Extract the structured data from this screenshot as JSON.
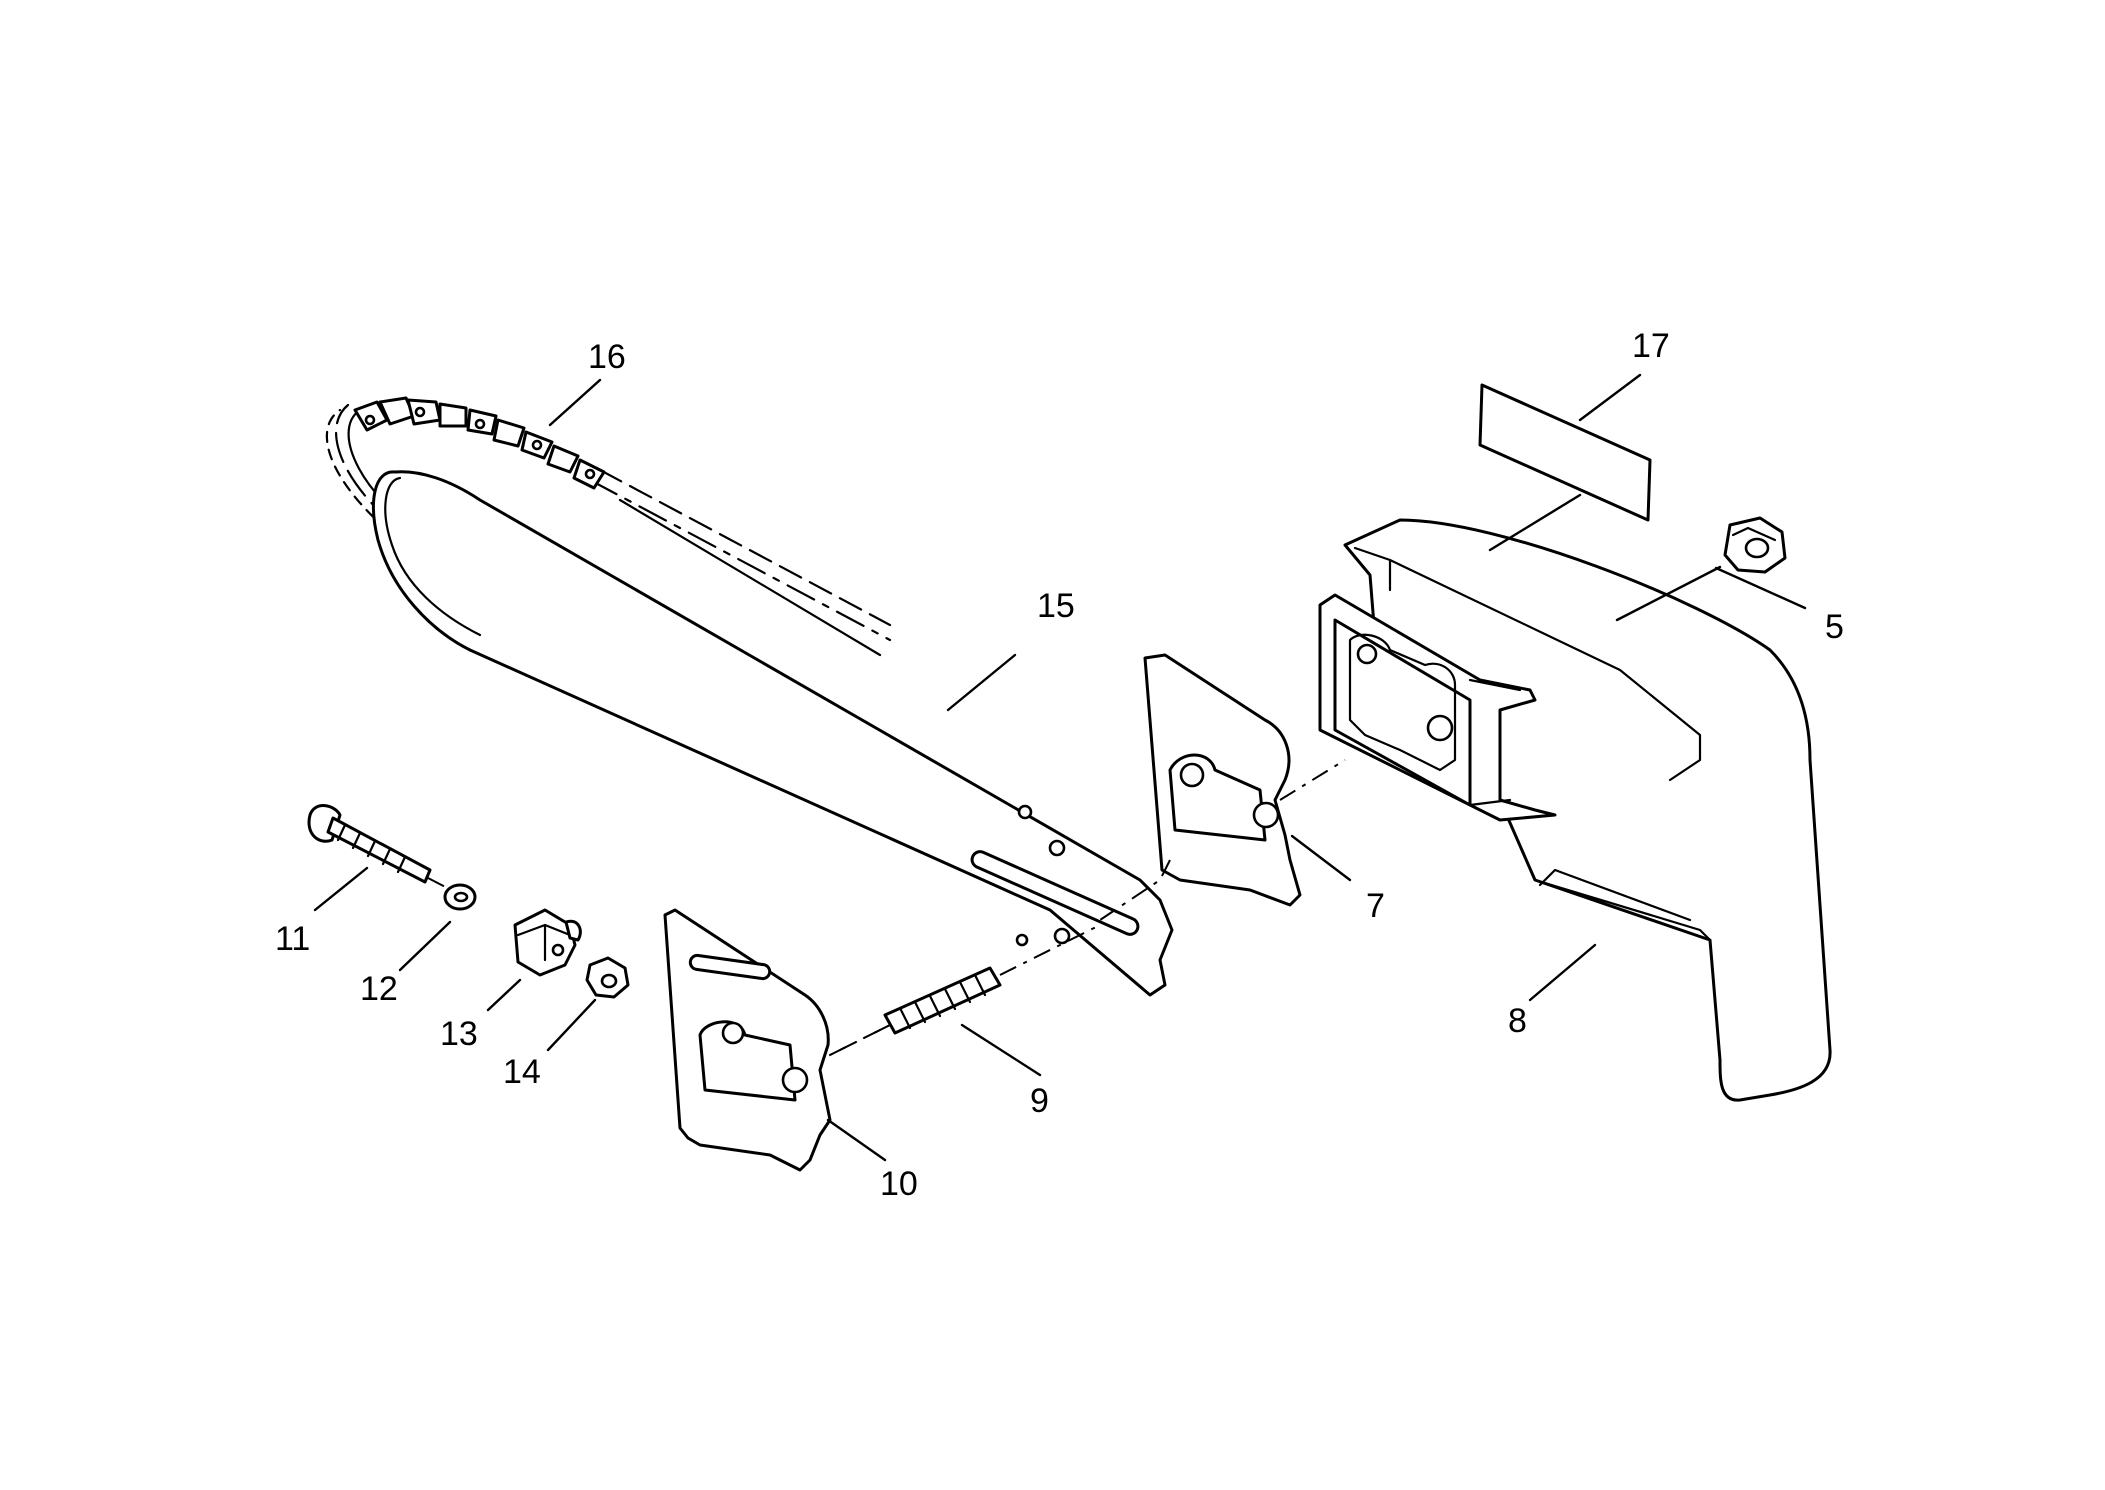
{
  "callouts": {
    "c5": "5",
    "c7": "7",
    "c8": "8",
    "c9": "9",
    "c10": "10",
    "c11": "11",
    "c12": "12",
    "c13": "13",
    "c14": "14",
    "c15": "15",
    "c16": "16",
    "c17": "17"
  }
}
